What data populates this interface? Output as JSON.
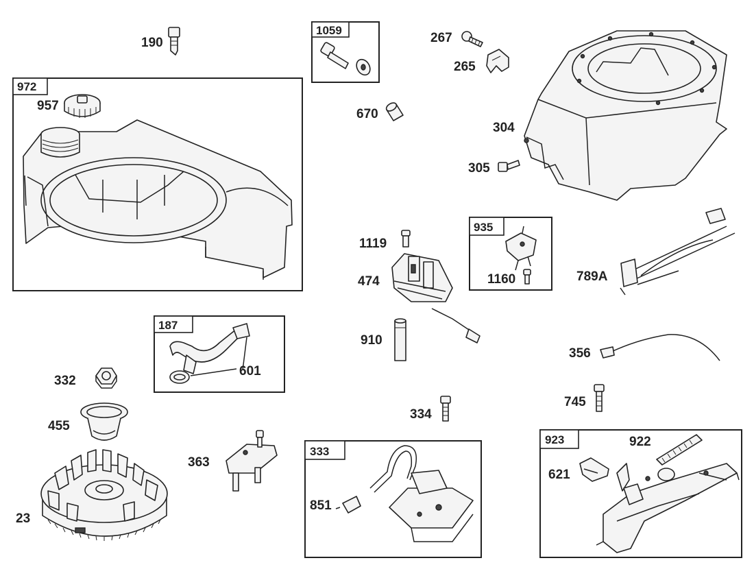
{
  "parts": {
    "p190": "190",
    "p1059": "1059",
    "p267": "267",
    "p265": "265",
    "p972": "972",
    "p957": "957",
    "p670": "670",
    "p304": "304",
    "p305": "305",
    "p1119": "1119",
    "p474": "474",
    "p935": "935",
    "p1160": "1160",
    "p789A": "789A",
    "p187": "187",
    "p601": "601",
    "p910": "910",
    "p356": "356",
    "p332": "332",
    "p455": "455",
    "p334": "334",
    "p745": "745",
    "p363": "363",
    "p333": "333",
    "p851": "851",
    "p923": "923",
    "p922": "922",
    "p621": "621",
    "p23": "23"
  },
  "callouts": [
    {
      "id": "190",
      "component": "bolt-icon"
    },
    {
      "id": "1059",
      "component": "shaft-bolt-and-washer-icon"
    },
    {
      "id": "267",
      "component": "screw-icon"
    },
    {
      "id": "265",
      "component": "bracket-clip-icon"
    },
    {
      "id": "972",
      "component": "fuel-tank-assembly-icon"
    },
    {
      "id": "957",
      "component": "fuel-cap-icon"
    },
    {
      "id": "670",
      "component": "bushing-icon"
    },
    {
      "id": "304",
      "component": "blower-housing-icon"
    },
    {
      "id": "305",
      "component": "screw-icon"
    },
    {
      "id": "1119",
      "component": "screw-icon"
    },
    {
      "id": "474",
      "component": "control-bracket-icon"
    },
    {
      "id": "935",
      "component": "switch-kit-icon"
    },
    {
      "id": "1160",
      "component": "screw-icon"
    },
    {
      "id": "789A",
      "component": "wire-harness-icon"
    },
    {
      "id": "187",
      "component": "fuel-line-kit-icon"
    },
    {
      "id": "601",
      "component": "hose-clamp-icon"
    },
    {
      "id": "910",
      "component": "spacer-icon"
    },
    {
      "id": "356",
      "component": "ground-wire-icon"
    },
    {
      "id": "332",
      "component": "nut-icon"
    },
    {
      "id": "455",
      "component": "starter-cup-icon"
    },
    {
      "id": "334",
      "component": "screw-icon"
    },
    {
      "id": "745",
      "component": "screw-icon"
    },
    {
      "id": "363",
      "component": "bracket-with-studs-icon"
    },
    {
      "id": "333",
      "component": "armature-magneto-kit-icon"
    },
    {
      "id": "851",
      "component": "spark-plug-terminal-icon"
    },
    {
      "id": "923",
      "component": "governor-control-kit-icon"
    },
    {
      "id": "922",
      "component": "governor-spring-icon"
    },
    {
      "id": "621",
      "component": "link-clip-icon"
    },
    {
      "id": "23",
      "component": "flywheel-icon"
    }
  ]
}
